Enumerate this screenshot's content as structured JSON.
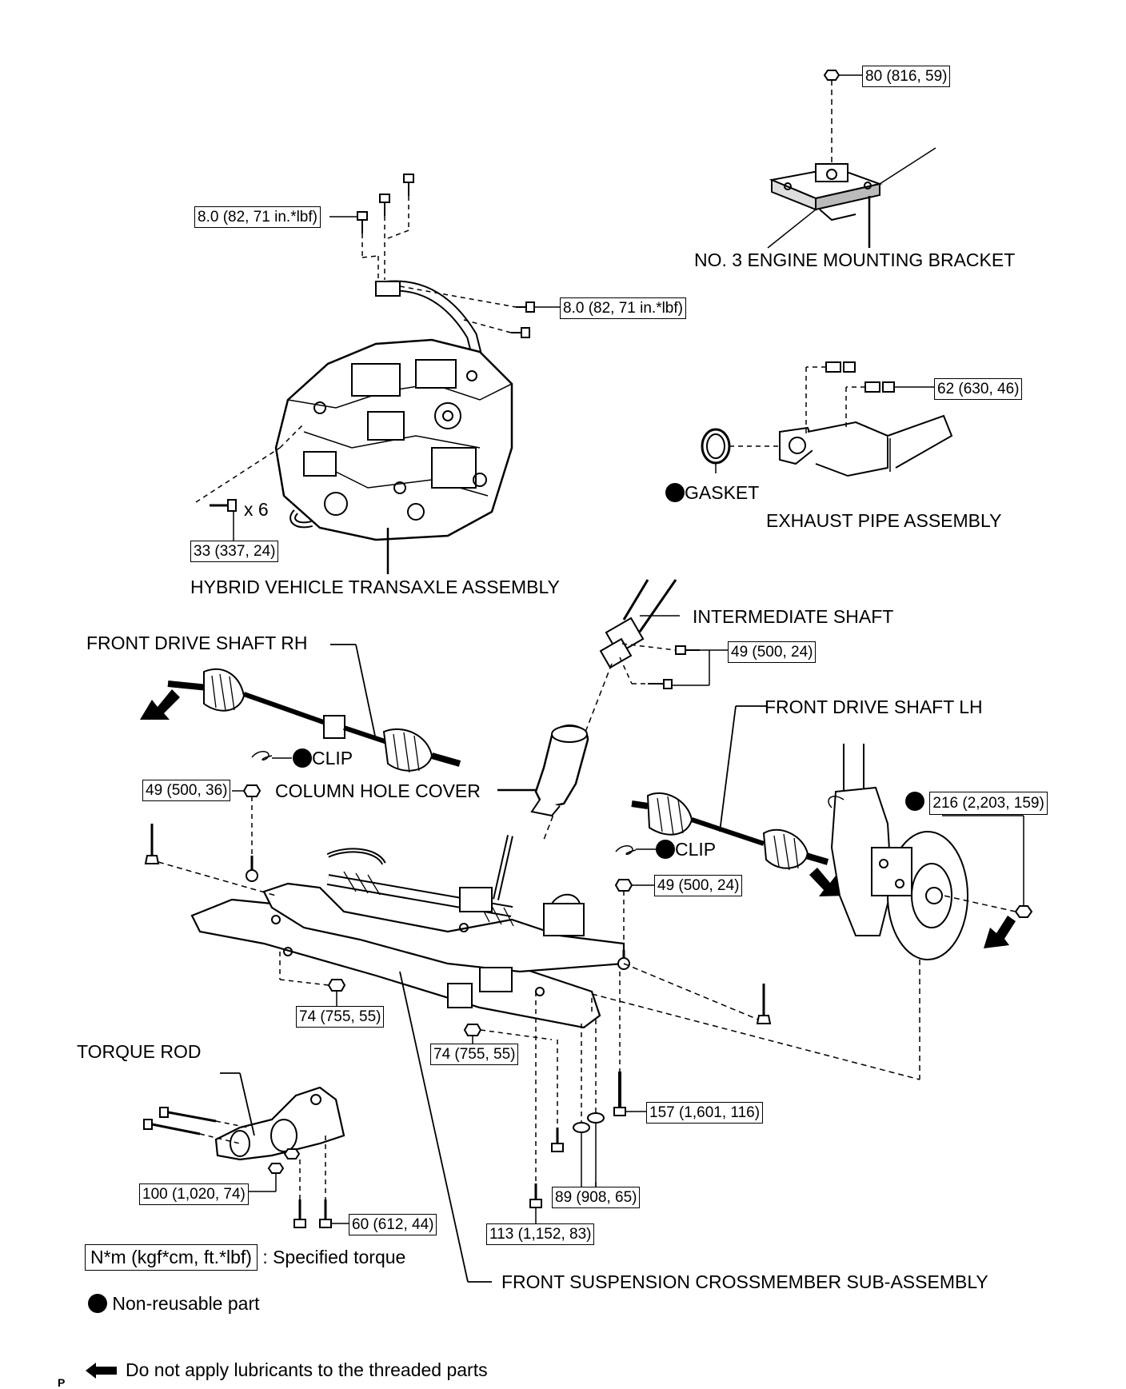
{
  "parts": {
    "no3_engine_mounting_bracket": "NO. 3 ENGINE MOUNTING BRACKET",
    "exhaust_pipe_assembly": "EXHAUST PIPE ASSEMBLY",
    "gasket": "GASKET",
    "hybrid_vehicle_transaxle_assembly": "HYBRID VEHICLE TRANSAXLE ASSEMBLY",
    "intermediate_shaft": "INTERMEDIATE SHAFT",
    "front_drive_shaft_rh": "FRONT DRIVE SHAFT RH",
    "front_drive_shaft_lh": "FRONT DRIVE SHAFT LH",
    "clip_rh": "CLIP",
    "clip_lh": "CLIP",
    "column_hole_cover": "COLUMN HOLE COVER",
    "torque_rod": "TORQUE ROD",
    "front_suspension_crossmember": "FRONT SUSPENSION CROSSMEMBER SUB-ASSEMBLY"
  },
  "torques": {
    "t_bracket_nut": "80 (816, 59)",
    "t_wire_bolt_left": "8.0 (82, 71 in.*lbf)",
    "t_wire_bolt_right": "8.0 (82, 71 in.*lbf)",
    "t_exhaust": "62 (630, 46)",
    "t_transaxle_bolts": "33 (337, 24)",
    "t_transaxle_bolts_qty": "x 6",
    "t_intermediate_shaft": "49 (500, 24)",
    "t_tie_rod_rh": "49 (500, 36)",
    "t_ball_joint_lh": "49 (500, 24)",
    "t_hub_nut": "216 (2,203, 159)",
    "t_cross_left": "74 (755, 55)",
    "t_cross_center": "74 (755, 55)",
    "t_cross_rear_bolt": "157 (1,601, 116)",
    "t_stiffener": "89 (908, 65)",
    "t_cross_bolt_lower": "113 (1,152, 83)",
    "t_torque_rod_bracket": "100 (1,020, 74)",
    "t_torque_rod_bolts": "60 (612, 44)"
  },
  "legend": {
    "torque_units": "N*m (kgf*cm, ft.*lbf)",
    "torque_desc": ": Specified torque",
    "non_reusable": "Non-reusable part",
    "no_lubricant": "Do not apply lubricants to the threaded parts"
  },
  "footer_code": "P"
}
